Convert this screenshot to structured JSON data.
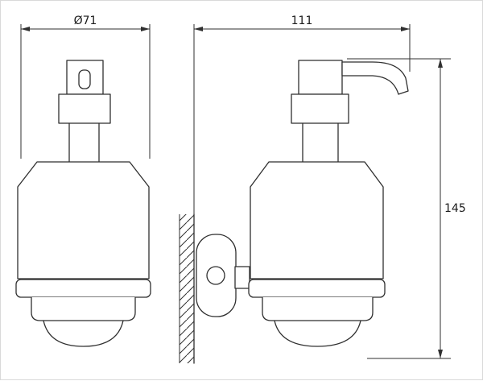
{
  "drawing": {
    "labels": {
      "diameter": "Ø71",
      "width": "111",
      "height": "145"
    },
    "colors": {
      "line": "#2f2f2f",
      "background": "#ffffff",
      "frame": "#d9d9d9"
    }
  }
}
